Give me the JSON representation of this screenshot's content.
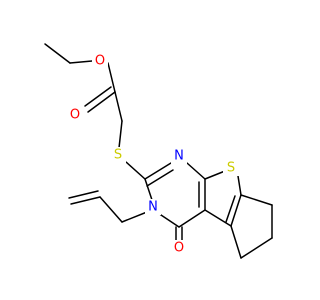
{
  "molecule": {
    "atoms": [
      {
        "id": "o_ester_ring",
        "symbol": "O",
        "color": "#ff0000"
      },
      {
        "id": "o_ester_carbonyl",
        "symbol": "O",
        "color": "#ff0000"
      },
      {
        "id": "s_thioether",
        "symbol": "S",
        "color": "#cccc00"
      },
      {
        "id": "n_pyrimidine",
        "symbol": "N",
        "color": "#0000ff"
      },
      {
        "id": "s_thiophene",
        "symbol": "S",
        "color": "#cccc00"
      },
      {
        "id": "n_allyl",
        "symbol": "N",
        "color": "#0000ff"
      },
      {
        "id": "o_ketone",
        "symbol": "O",
        "color": "#ff0000"
      }
    ],
    "bond_color": "#000000",
    "background": "#ffffff"
  }
}
